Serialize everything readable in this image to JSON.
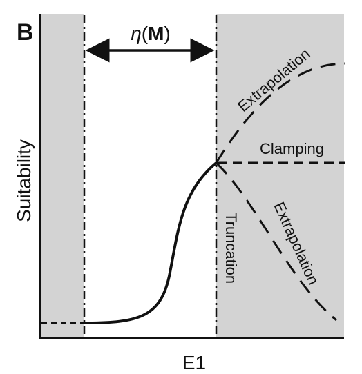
{
  "panel_label": "B",
  "eta_label": {
    "symbol": "η",
    "open": "(",
    "arg": "M",
    "close": ")"
  },
  "labels": {
    "extrapolation_upper": "Extrapolation",
    "clamping": "Clamping",
    "extrapolation_lower": "Extrapolation",
    "truncation": "Truncation"
  },
  "axes": {
    "xlabel": "E1",
    "ylabel": "Suitability"
  },
  "colors": {
    "shade": "#d3d3d3",
    "ink": "#111111",
    "background": "#ffffff"
  }
}
